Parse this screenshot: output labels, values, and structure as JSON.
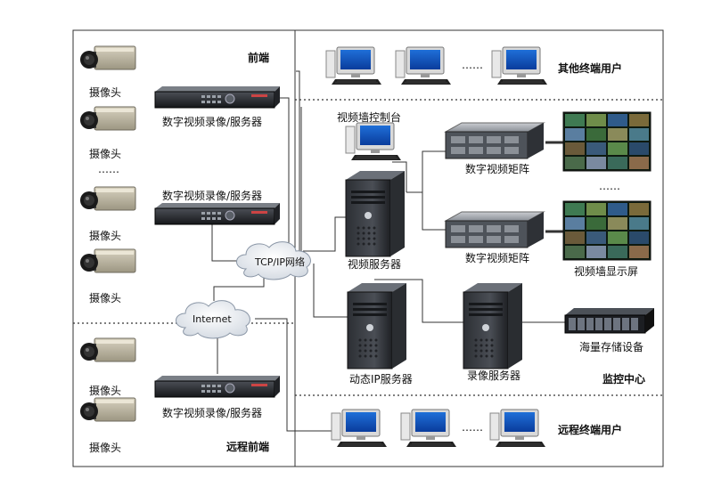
{
  "regions": {
    "front_end": "前端",
    "other_users": "其他终端用户",
    "monitoring_center": "监控中心",
    "remote_front_end": "远程前端",
    "remote_users": "远程终端用户"
  },
  "front": {
    "camera_label": "摄像头",
    "dvr_label": "数字视频录像/服务器",
    "ellipsis": "……"
  },
  "network": {
    "tcpip": "TCP/IP网络",
    "internet": "Internet"
  },
  "center": {
    "control_console": "视频墙控制台",
    "matrix": "数字视频矩阵",
    "video_server": "视频服务器",
    "video_wall": "视频墙显示屏",
    "dynamic_ip_server": "动态IP服务器",
    "recording_server": "录像服务器",
    "storage": "海量存储设备",
    "ellipsis": "……"
  },
  "users": {
    "ellipsis": "……"
  }
}
